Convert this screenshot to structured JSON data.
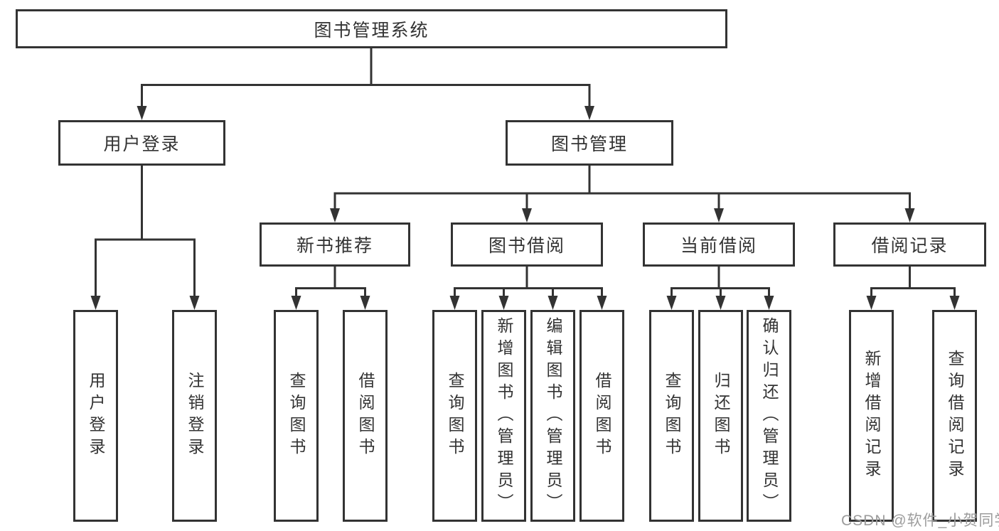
{
  "diagram": {
    "type": "hierarchy-tree",
    "tree": {
      "root": {
        "label": "图书管理系统",
        "children": [
          {
            "label": "用户登录",
            "children": [
              {
                "label": "用户登录"
              },
              {
                "label": "注销登录"
              }
            ]
          },
          {
            "label": "图书管理",
            "children": [
              {
                "label": "新书推荐",
                "children": [
                  {
                    "label": "查询图书"
                  },
                  {
                    "label": "借阅图书"
                  }
                ]
              },
              {
                "label": "图书借阅",
                "children": [
                  {
                    "label": "查询图书"
                  },
                  {
                    "label": "新增图书（管理员）"
                  },
                  {
                    "label": "编辑图书（管理员）"
                  },
                  {
                    "label": "借阅图书"
                  }
                ]
              },
              {
                "label": "当前借阅",
                "children": [
                  {
                    "label": "查询图书"
                  },
                  {
                    "label": "归还图书"
                  },
                  {
                    "label": "确认归还（管理员）"
                  }
                ]
              },
              {
                "label": "借阅记录",
                "children": [
                  {
                    "label": "新增借阅记录"
                  },
                  {
                    "label": "查询借阅记录"
                  }
                ]
              }
            ]
          }
        ]
      }
    },
    "colors": {
      "line": "#333333",
      "box_border": "#333333",
      "box_fill": "#ffffff",
      "text": "#333333",
      "watermark": "#9c9c9c",
      "background": "#ffffff"
    }
  },
  "watermark": {
    "text": "CSDN @软件_小贺同学"
  }
}
